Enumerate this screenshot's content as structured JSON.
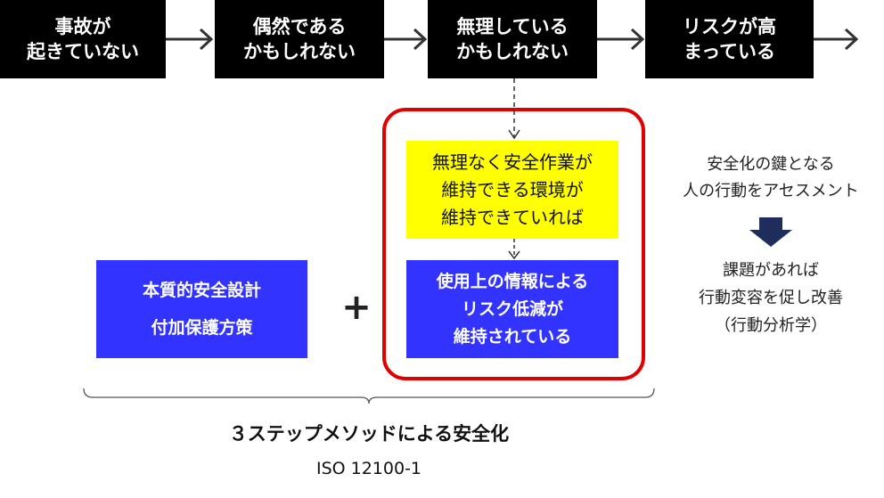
{
  "flow": {
    "steps": [
      {
        "line1": "事故が",
        "line2": "起きていない"
      },
      {
        "line1": "偶然である",
        "line2": "かもしれない"
      },
      {
        "line1": "無理している",
        "line2": "かもしれない"
      },
      {
        "line1": "リスクが高",
        "line2": "まっている"
      }
    ]
  },
  "measures": {
    "inherent": {
      "line1": "本質的安全設計",
      "line2": "付加保護方策"
    },
    "plus": "+",
    "environment": {
      "line1": "無理なく安全作業が",
      "line2": "維持できる環境が",
      "line3": "維持できていれば"
    },
    "information": {
      "line1": "使用上の情報による",
      "line2": "リスク低減が",
      "line3": "維持されている"
    }
  },
  "side": {
    "top": {
      "line1": "安全化の鍵となる",
      "line2": "人の行動をアセスメント"
    },
    "bottom": {
      "line1": "課題があれば",
      "line2": "行動変容を促し改善",
      "line3": "（行動分析学）"
    }
  },
  "footer": {
    "title": "３ステップメソッドによる安全化",
    "standard": "ISO 12100-1"
  },
  "colors": {
    "flow_box": "#000000",
    "blue_box": "#3333ff",
    "yellow_box": "#ffff00",
    "highlight_border": "#e00000",
    "down_arrow": "#1f2d5c"
  }
}
